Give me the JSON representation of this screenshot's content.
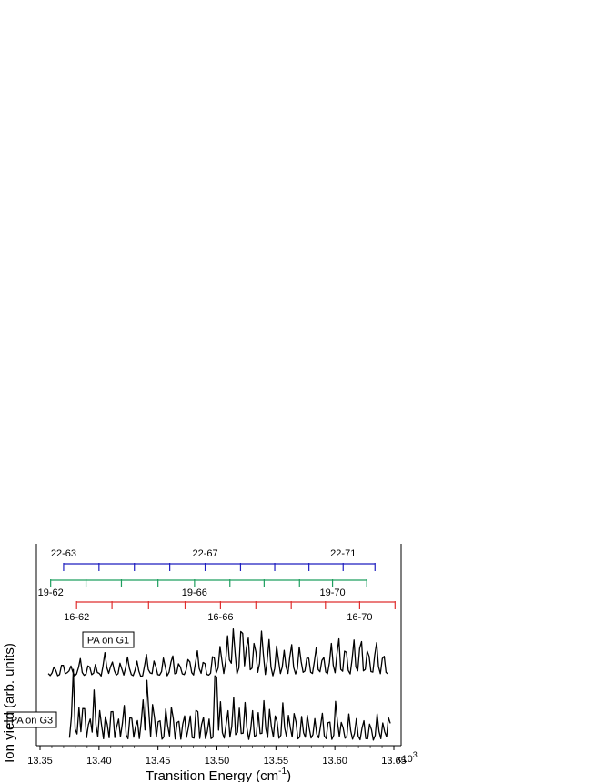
{
  "chart_data": {
    "type": "line",
    "xlabel": "Transition Energy (cm",
    "xlabel_sup": "-1",
    "xlabel_close": ")",
    "ylabel": "Ion yield (arb. units)",
    "x_multiplier": "x10",
    "x_multiplier_exp": "3",
    "xlim": [
      13.35,
      13.65
    ],
    "x_ticks": [
      {
        "value": 13.35,
        "label": "13.35"
      },
      {
        "value": 13.4,
        "label": "13.40"
      },
      {
        "value": 13.45,
        "label": "13.45"
      },
      {
        "value": 13.5,
        "label": "13.50"
      },
      {
        "value": 13.55,
        "label": "13.55"
      },
      {
        "value": 13.6,
        "label": "13.60"
      },
      {
        "value": 13.65,
        "label": "13.65"
      }
    ],
    "grid": false,
    "series": [
      {
        "name": "PA on G1",
        "color": "#000000",
        "x_start": 13.357,
        "x_end": 13.646,
        "x_step": 0.0016,
        "baseline": 0.0,
        "peaks": [
          [
            13.362,
            0.5
          ],
          [
            13.369,
            0.8
          ],
          [
            13.376,
            0.6
          ],
          [
            13.384,
            1.0
          ],
          [
            13.391,
            0.7
          ],
          [
            13.397,
            0.6
          ],
          [
            13.405,
            1.4
          ],
          [
            13.411,
            0.9
          ],
          [
            13.418,
            0.7
          ],
          [
            13.424,
            1.2
          ],
          [
            13.432,
            0.8
          ],
          [
            13.44,
            1.3
          ],
          [
            13.447,
            0.9
          ],
          [
            13.455,
            1.1
          ],
          [
            13.462,
            1.3
          ],
          [
            13.468,
            0.8
          ],
          [
            13.476,
            1.2
          ],
          [
            13.483,
            1.6
          ],
          [
            13.489,
            1.0
          ],
          [
            13.497,
            1.4
          ],
          [
            13.503,
            1.9
          ],
          [
            13.509,
            2.6
          ],
          [
            13.514,
            3.0
          ],
          [
            13.521,
            3.6
          ],
          [
            13.526,
            2.8
          ],
          [
            13.532,
            2.4
          ],
          [
            13.538,
            2.9
          ],
          [
            13.544,
            2.2
          ],
          [
            13.551,
            1.9
          ],
          [
            13.557,
            1.6
          ],
          [
            13.563,
            2.0
          ],
          [
            13.57,
            1.8
          ],
          [
            13.577,
            1.4
          ],
          [
            13.584,
            1.7
          ],
          [
            13.59,
            1.3
          ],
          [
            13.597,
            2.0
          ],
          [
            13.603,
            2.4
          ],
          [
            13.609,
            1.9
          ],
          [
            13.616,
            2.2
          ],
          [
            13.622,
            2.6
          ],
          [
            13.628,
            1.9
          ],
          [
            13.635,
            2.3
          ],
          [
            13.641,
            1.5
          ]
        ]
      },
      {
        "name": "PA on G3",
        "color": "#000000",
        "x_start": 13.375,
        "x_end": 13.647,
        "x_step": 0.0016,
        "baseline": 0.0,
        "peaks": [
          [
            13.378,
            5.6
          ],
          [
            13.383,
            2.5
          ],
          [
            13.387,
            3.6
          ],
          [
            13.392,
            2.1
          ],
          [
            13.396,
            3.9
          ],
          [
            13.401,
            2.6
          ],
          [
            13.406,
            2.2
          ],
          [
            13.411,
            3.1
          ],
          [
            13.416,
            2.0
          ],
          [
            13.421,
            3.0
          ],
          [
            13.427,
            2.4
          ],
          [
            13.432,
            1.9
          ],
          [
            13.437,
            3.4
          ],
          [
            13.441,
            5.1
          ],
          [
            13.446,
            3.4
          ],
          [
            13.451,
            2.2
          ],
          [
            13.457,
            2.6
          ],
          [
            13.462,
            3.1
          ],
          [
            13.467,
            2.0
          ],
          [
            13.472,
            2.4
          ],
          [
            13.477,
            2.1
          ],
          [
            13.483,
            3.3
          ],
          [
            13.488,
            2.2
          ],
          [
            13.493,
            1.7
          ],
          [
            13.499,
            7.3
          ],
          [
            13.503,
            2.9
          ],
          [
            13.509,
            2.6
          ],
          [
            13.514,
            3.4
          ],
          [
            13.519,
            2.5
          ],
          [
            13.524,
            3.0
          ],
          [
            13.53,
            2.3
          ],
          [
            13.535,
            2.0
          ],
          [
            13.54,
            3.2
          ],
          [
            13.545,
            2.6
          ],
          [
            13.55,
            2.4
          ],
          [
            13.556,
            2.9
          ],
          [
            13.561,
            2.0
          ],
          [
            13.566,
            2.6
          ],
          [
            13.572,
            1.8
          ],
          [
            13.577,
            2.1
          ],
          [
            13.583,
            1.6
          ],
          [
            13.589,
            2.3
          ],
          [
            13.595,
            1.9
          ],
          [
            13.601,
            3.3
          ],
          [
            13.606,
            1.7
          ],
          [
            13.612,
            2.1
          ],
          [
            13.618,
            1.6
          ],
          [
            13.624,
            1.8
          ],
          [
            13.63,
            1.5
          ],
          [
            13.636,
            2.0
          ],
          [
            13.641,
            1.4
          ],
          [
            13.646,
            2.2
          ]
        ]
      }
    ],
    "progressions": [
      {
        "color": "#1f1fbf",
        "x_start": 13.37,
        "x_end": 13.634,
        "ticks": [
          13.37,
          13.4,
          13.43,
          13.46,
          13.49,
          13.52,
          13.549,
          13.578,
          13.607,
          13.634
        ],
        "labels": [
          {
            "text": "22-63",
            "x": 13.37
          },
          {
            "text": "22-67",
            "x": 13.49
          },
          {
            "text": "22-71",
            "x": 13.607
          }
        ]
      },
      {
        "color": "#1f9f5f",
        "x_start": 13.359,
        "x_end": 13.627,
        "ticks": [
          13.359,
          13.389,
          13.419,
          13.45,
          13.481,
          13.511,
          13.54,
          13.57,
          13.598,
          13.627
        ],
        "labels": [
          {
            "text": "19-62",
            "x": 13.359
          },
          {
            "text": "19-66",
            "x": 13.481
          },
          {
            "text": "19-70",
            "x": 13.598
          }
        ]
      },
      {
        "color": "#df2f2f",
        "x_start": 13.381,
        "x_end": 13.651,
        "ticks": [
          13.381,
          13.411,
          13.442,
          13.473,
          13.503,
          13.533,
          13.563,
          13.592,
          13.621,
          13.651
        ],
        "labels": [
          {
            "text": "16-62",
            "x": 13.381
          },
          {
            "text": "16-66",
            "x": 13.503
          },
          {
            "text": "16-70",
            "x": 13.621
          }
        ]
      }
    ]
  }
}
